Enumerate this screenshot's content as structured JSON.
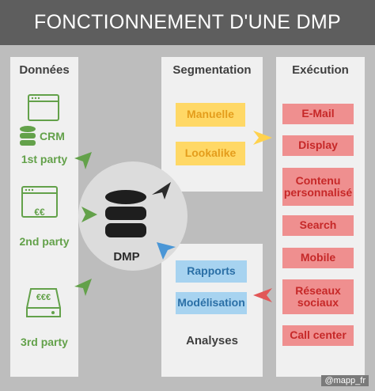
{
  "title": "FONCTIONNEMENT D'UNE DMP",
  "columns": {
    "donnees": "Données",
    "segmentation": "Segmentation",
    "execution": "Exécution",
    "analyses": "Analyses"
  },
  "sources": {
    "crm": "CRM",
    "first": "1st party",
    "second": "2nd party",
    "second_icon": "€€",
    "third": "3rd party",
    "third_icon": "€€€"
  },
  "dmp": "DMP",
  "segmentation": [
    "Manuelle",
    "Lookalike"
  ],
  "execution": [
    "E-Mail",
    "Display",
    "Contenu personnalisé",
    "Search",
    "Mobile",
    "Réseaux sociaux",
    "Call center"
  ],
  "analyses": [
    "Rapports",
    "Modélisation"
  ],
  "footer": "@mapp_fr",
  "colors": {
    "green": "#63a14a",
    "yellow": "#ffd866",
    "blue": "#a7d3f0",
    "red": "#ef8f8f",
    "header": "#5e5e5e"
  }
}
